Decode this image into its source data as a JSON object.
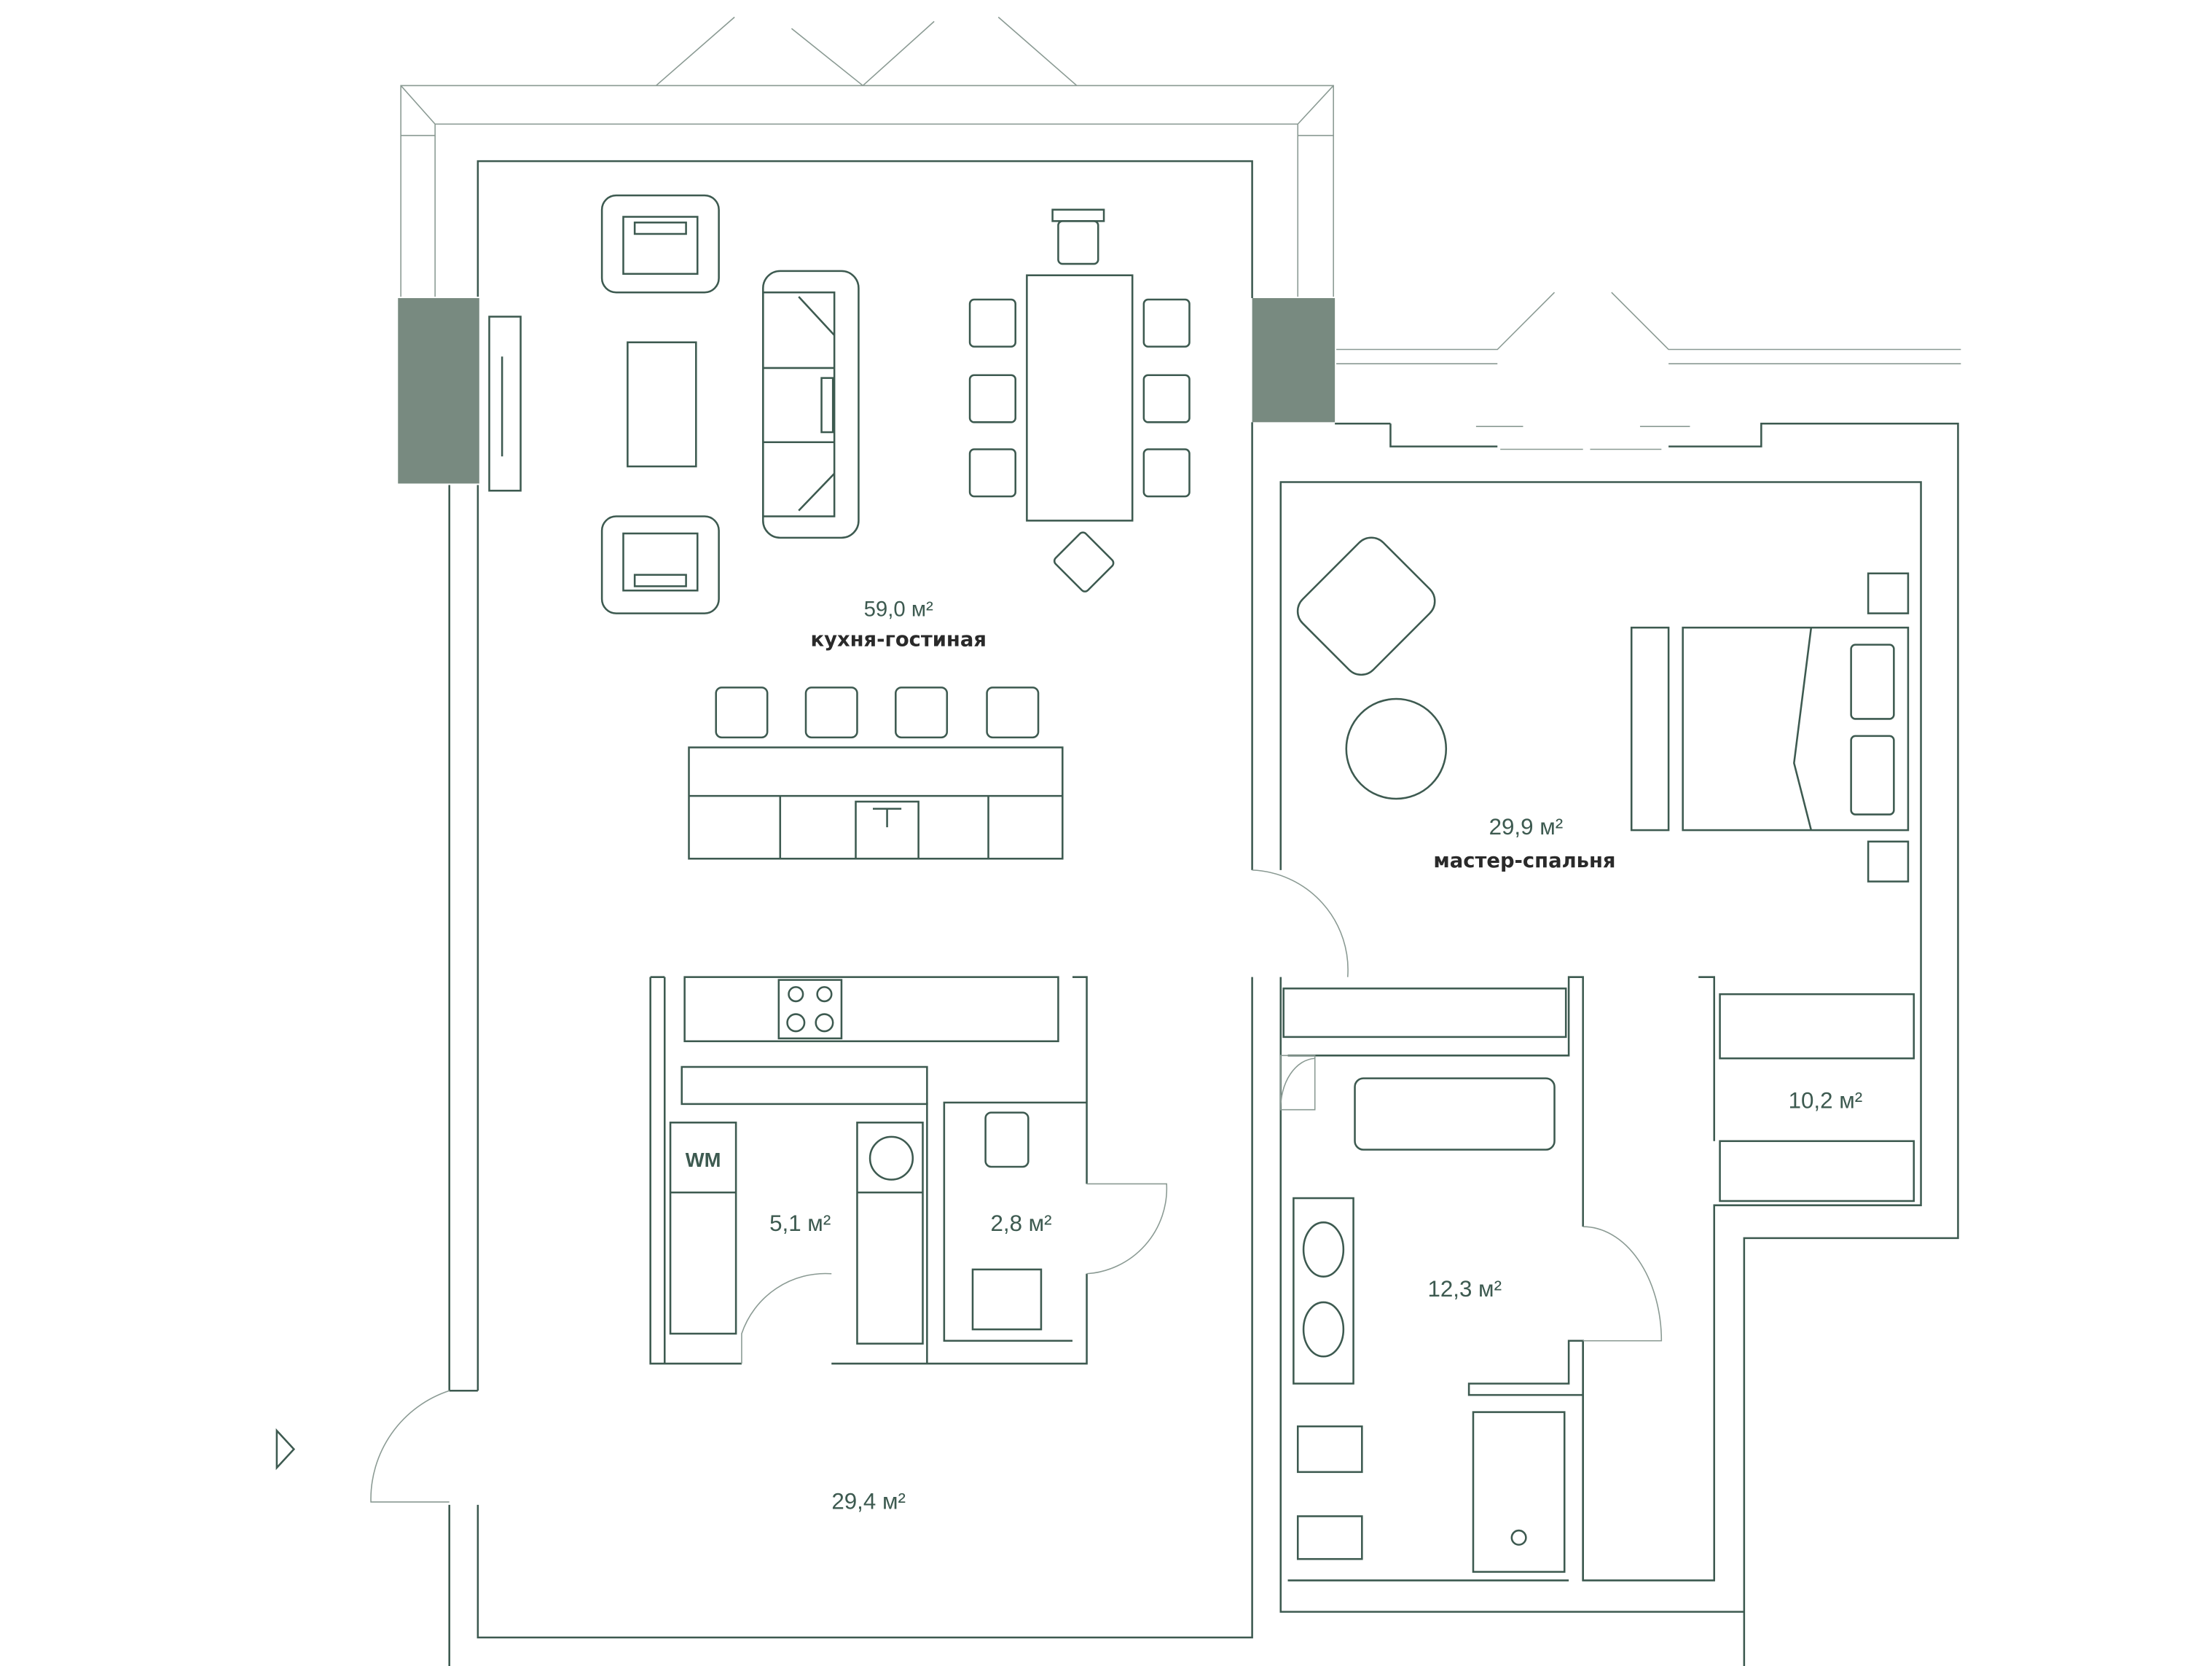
{
  "plan": {
    "colors": {
      "line": "#3d5a50",
      "column": "#788a80",
      "label": "#2a2a2a"
    },
    "rooms": [
      {
        "id": "kitchen-living",
        "area": "59,0 м²",
        "name": "кухня-гостиная"
      },
      {
        "id": "master-bedroom",
        "area": "29,9 м²",
        "name": "мастер-спальня"
      },
      {
        "id": "wardrobe",
        "area": "10,2 м²"
      },
      {
        "id": "master-bathroom",
        "area": "12,3 м²"
      },
      {
        "id": "laundry",
        "area": "5,1 м²"
      },
      {
        "id": "guest-wc",
        "area": "2,8 м²"
      },
      {
        "id": "hall",
        "area": "29,4 м²"
      }
    ],
    "appliances": {
      "washing_machine": "WM"
    },
    "entrance_icon": "entrance-arrow-icon"
  }
}
